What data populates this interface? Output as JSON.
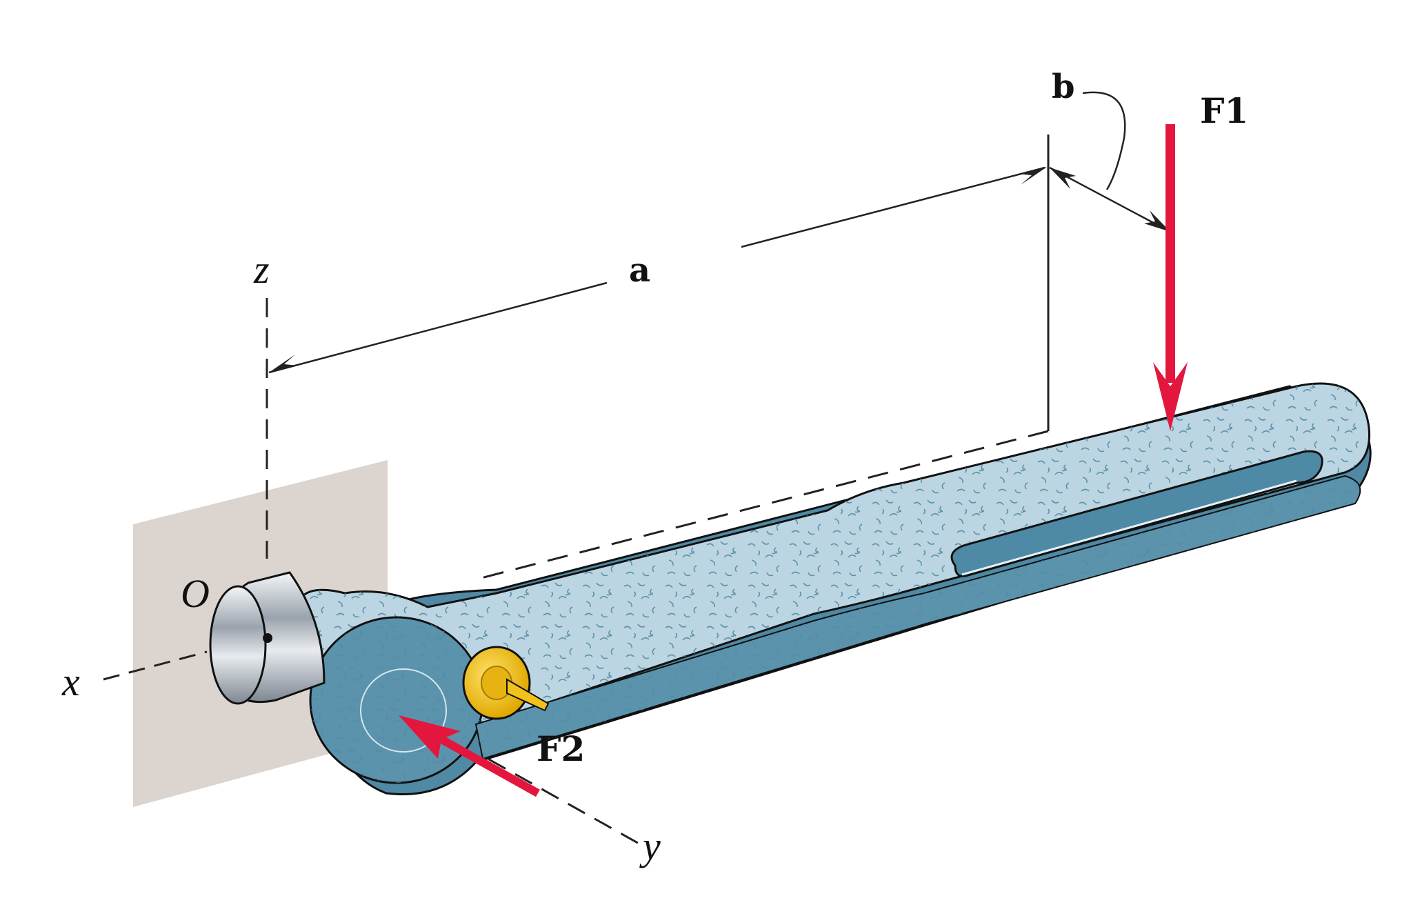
{
  "labels": {
    "dimension_a": "a",
    "dimension_b": "b",
    "force_1": "F1",
    "force_2": "F2",
    "origin": "O",
    "axis_x": "x",
    "axis_y": "y",
    "axis_z": "z"
  },
  "colors": {
    "force_arrow": "#e3173e",
    "wrench_body": "#5b93ad",
    "wrench_top_face": "#bcd5e2",
    "slot_fill": "#4e8aa6",
    "wall": "#dcd5cf",
    "socket_metal": "#c9ced4",
    "pawl": "#f2c21b",
    "line": "#222222"
  },
  "icons": {
    "socket": "cylindrical-socket-icon",
    "pawl": "yellow-pawl-knob-icon"
  }
}
